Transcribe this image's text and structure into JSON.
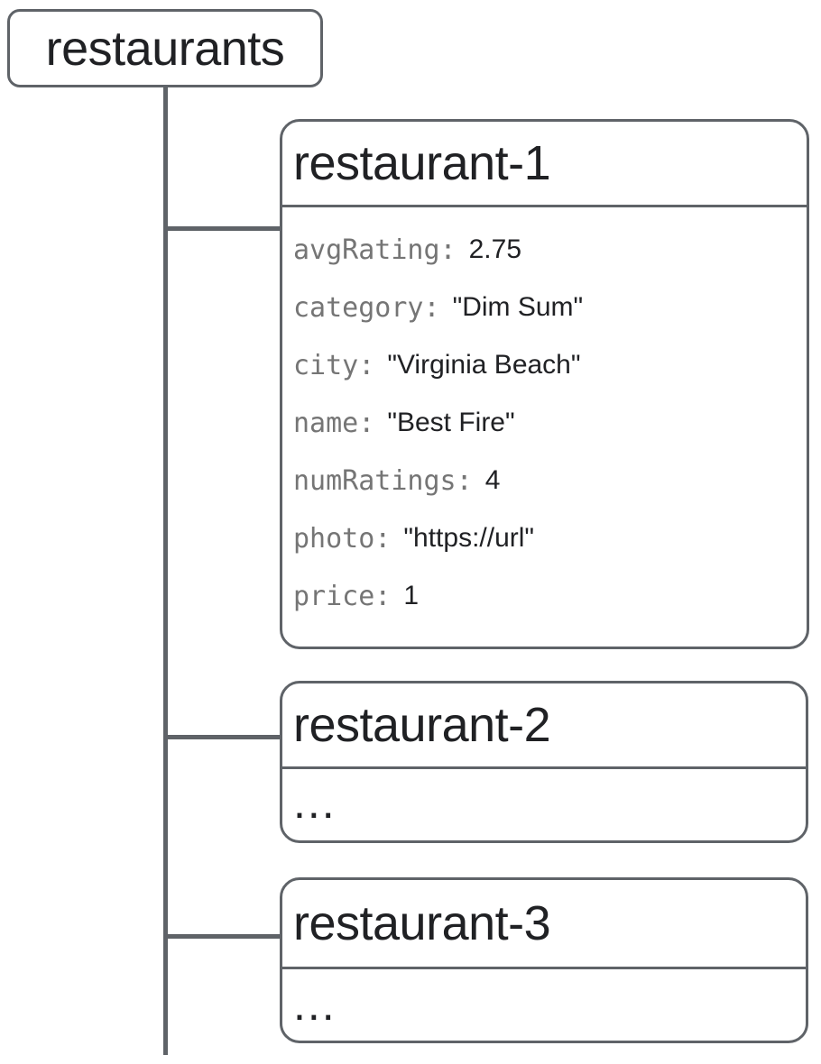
{
  "diagram": {
    "root": {
      "label": "restaurants"
    },
    "documents": [
      {
        "id": "restaurant-1",
        "fields": [
          {
            "key": "avgRating:",
            "value": "2.75"
          },
          {
            "key": "category:",
            "value": "\"Dim Sum\""
          },
          {
            "key": "city:",
            "value": "\"Virginia Beach\""
          },
          {
            "key": "name:",
            "value": "\"Best Fire\""
          },
          {
            "key": "numRatings:",
            "value": "4"
          },
          {
            "key": "photo:",
            "value": "\"https://url\""
          },
          {
            "key": "price:",
            "value": "1"
          }
        ]
      },
      {
        "id": "restaurant-2",
        "body": "..."
      },
      {
        "id": "restaurant-3",
        "body": "..."
      }
    ],
    "colors": {
      "line_and_border": "#5f6368",
      "key_text": "#757575",
      "value_text": "#202124",
      "header_text": "#202124",
      "background": "#ffffff"
    }
  }
}
